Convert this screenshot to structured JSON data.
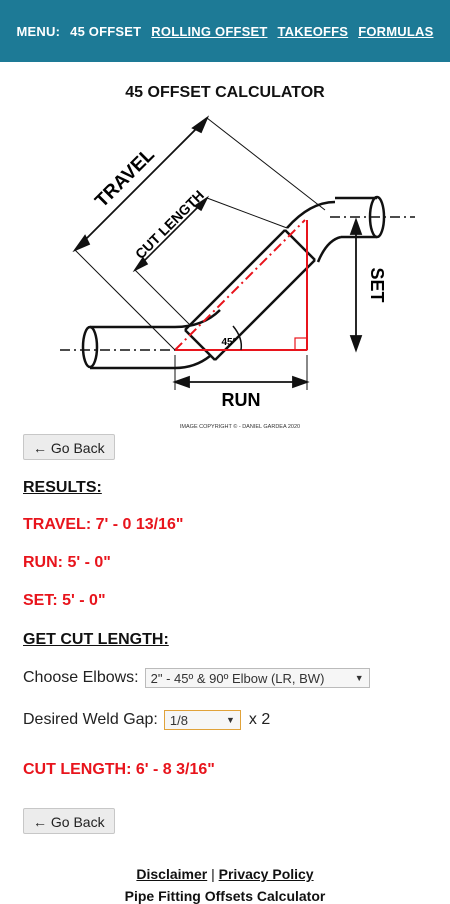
{
  "nav": {
    "menu_label": "MENU:",
    "current": "45 OFFSET",
    "links": [
      "ROLLING OFFSET",
      "TAKEOFFS",
      "FORMULAS"
    ]
  },
  "page_title": "45 OFFSET CALCULATOR",
  "diagram": {
    "travel": "TRAVEL",
    "cut_length": "CUT LENGTH",
    "set": "SET",
    "run": "RUN",
    "angle": "45°",
    "copyright": "IMAGE COPYRIGHT © - DANIEL GARDEA 2020",
    "colors": {
      "centerline": "#e8141c",
      "lines": "#111111"
    }
  },
  "back_button": "← Go Back",
  "results": {
    "heading": "RESULTS:",
    "travel": "TRAVEL:  7' - 0  13/16\"",
    "run": "RUN:  5' - 0\"",
    "set": "SET:  5' - 0\""
  },
  "cut": {
    "heading": "GET CUT LENGTH:",
    "elbows_label": "Choose Elbows:",
    "elbows_value": "2\" - 45º & 90º Elbow (LR, BW)",
    "gap_label": "Desired Weld Gap:",
    "gap_value": "1/8",
    "gap_multiplier": "x 2",
    "result": "CUT LENGTH: 6' - 8  3/16\""
  },
  "footer": {
    "disclaimer": "Disclaimer",
    "separator": "|",
    "privacy": "Privacy Policy",
    "app_name": "Pipe Fitting Offsets Calculator"
  },
  "colors": {
    "header_bg": "#1d7a96",
    "result_red": "#e8141c"
  }
}
